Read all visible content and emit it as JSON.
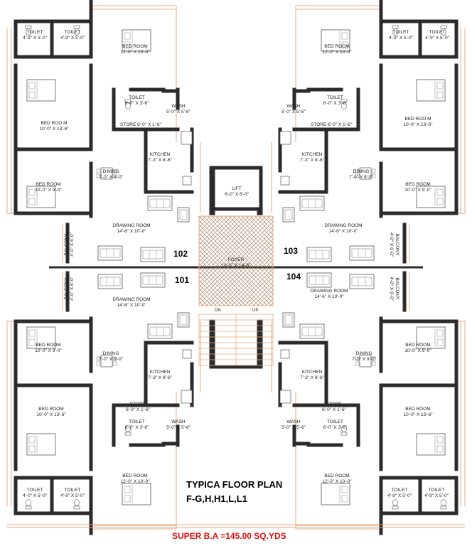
{
  "title": "TYPICA FLOOR PLAN",
  "subtitle": "F-G,H,H1,L,L1",
  "super_ba": "SUPER B.A =145.00 SQ.YDS",
  "units": {
    "u101": "101",
    "u102": "102",
    "u103": "103",
    "u104": "104"
  },
  "stairs": {
    "dn": "DN",
    "up": "UP"
  },
  "colors": {
    "wall": "#2b2b2b",
    "accent": "#e8a87c",
    "title_red": "#e01010",
    "foyer_hatch": "#a07858"
  },
  "rooms": {
    "toilet_a": {
      "name": "TOILET",
      "dim": "4'-9\" X 5'-0\""
    },
    "toilet_b": {
      "name": "TOILET",
      "dim": "4'-9\" X 5'-0\""
    },
    "bed_small": {
      "name": "BED ROOM",
      "dim": "12'-0\" X 10'-0\""
    },
    "toilet_mid": {
      "name": "TOILET",
      "dim": "6'-0\" X 3'-6\""
    },
    "wash": {
      "name": "WASH",
      "dim": "5'-0\" X 5'-6\""
    },
    "store_line": {
      "name": "STORE 6'-0\" X 1'-6\""
    },
    "store_name": {
      "name": "STORE"
    },
    "store_dim": {
      "dim": "6'-0\" X 1'-6\""
    },
    "bed_m_top": {
      "name": "BED ROO M",
      "dim": "10'-0\" X 13'-6\""
    },
    "bed_m_bot": {
      "name": "BED ROOM",
      "dim": "10'-0\" X 13'-6\""
    },
    "kitchen": {
      "name": "KITCHEN",
      "dim": "7'-3\" X 8'-6\""
    },
    "dining": {
      "name": "DINING",
      "dim": "7'-0\" X 9'-0\""
    },
    "bed_mid": {
      "name": "BED ROOM",
      "dim": "10'-0\" X 9'-0\""
    },
    "drawing": {
      "name": "DRAWING ROOM",
      "dim": "14'-6\" X 10'-0\""
    },
    "balcony": {
      "name": "BALCONY",
      "dim": "4'-0\" X 6'-0\""
    },
    "lift": {
      "name": "LIFT",
      "dim": "6'-0\" X 6'-0\""
    },
    "foyer": {
      "name": "FOYER",
      "dim": "10'-6\" X 14'-6\""
    },
    "toilet_bl": {
      "name": "TOILET",
      "dim": "4'-0\" X 5'-0\""
    }
  }
}
